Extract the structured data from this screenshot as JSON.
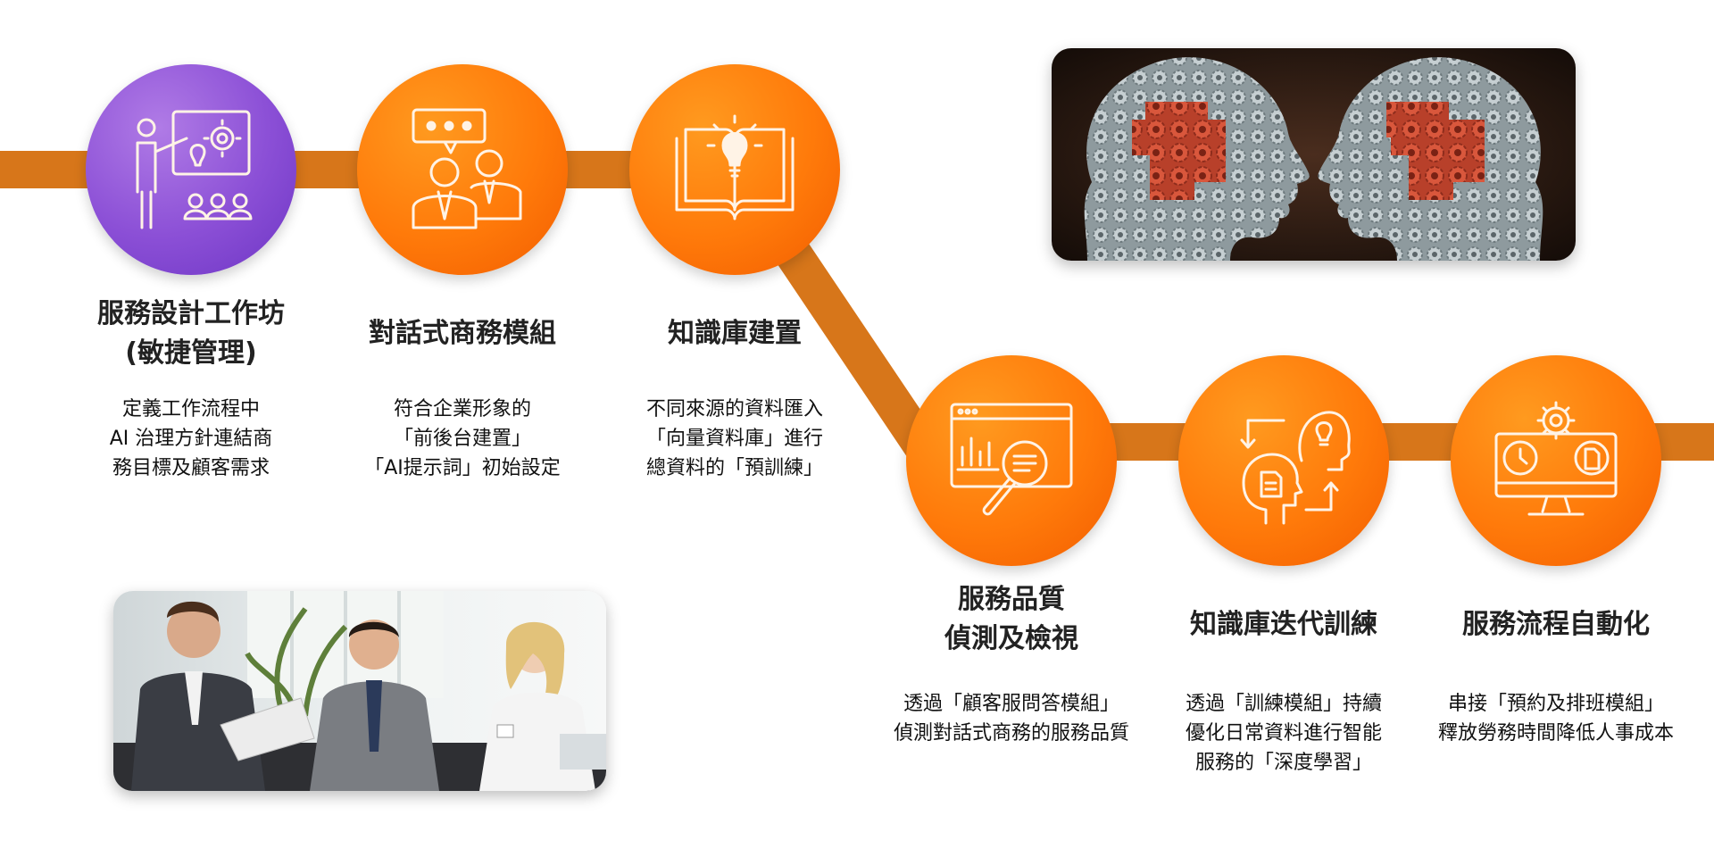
{
  "accent_orange": "#ff7a0a",
  "accent_purple": "#8b4fd6",
  "track_color": "#d7761a",
  "steps": [
    {
      "icon": "presentation-workshop-icon",
      "title_lines": [
        "服務設計工作坊",
        "(敏捷管理)"
      ],
      "desc": "定義工作流程中\nAI 治理方針連結商\n務目標及顧客需求"
    },
    {
      "icon": "business-conversation-icon",
      "title_lines": [
        "對話式商務模組"
      ],
      "desc": "符合企業形象的\n「前後台建置」\n「AI提示詞」初始設定"
    },
    {
      "icon": "knowledge-book-idea-icon",
      "title_lines": [
        "知識庫建置"
      ],
      "desc": "不同來源的資料匯入\n「向量資料庫」進行\n總資料的「預訓練」"
    },
    {
      "icon": "analytics-magnifier-icon",
      "title_lines": [
        "服務品質",
        "偵測及檢視"
      ],
      "desc": "透過「顧客服問答模組」\n偵測對話式商務的服務品質"
    },
    {
      "icon": "iterative-learning-heads-icon",
      "title_lines": [
        "知識庫迭代訓練"
      ],
      "desc": "透過「訓練模組」持續\n優化日常資料進行智能\n服務的「深度學習」"
    },
    {
      "icon": "automation-monitor-gear-icon",
      "title_lines": [
        "服務流程自動化"
      ],
      "desc": "串接「預約及排班模組」\n釋放勞務時間降低人事成本"
    }
  ],
  "photos": {
    "gear_heads": "gear-heads-image",
    "meeting": "business-meeting-image"
  }
}
